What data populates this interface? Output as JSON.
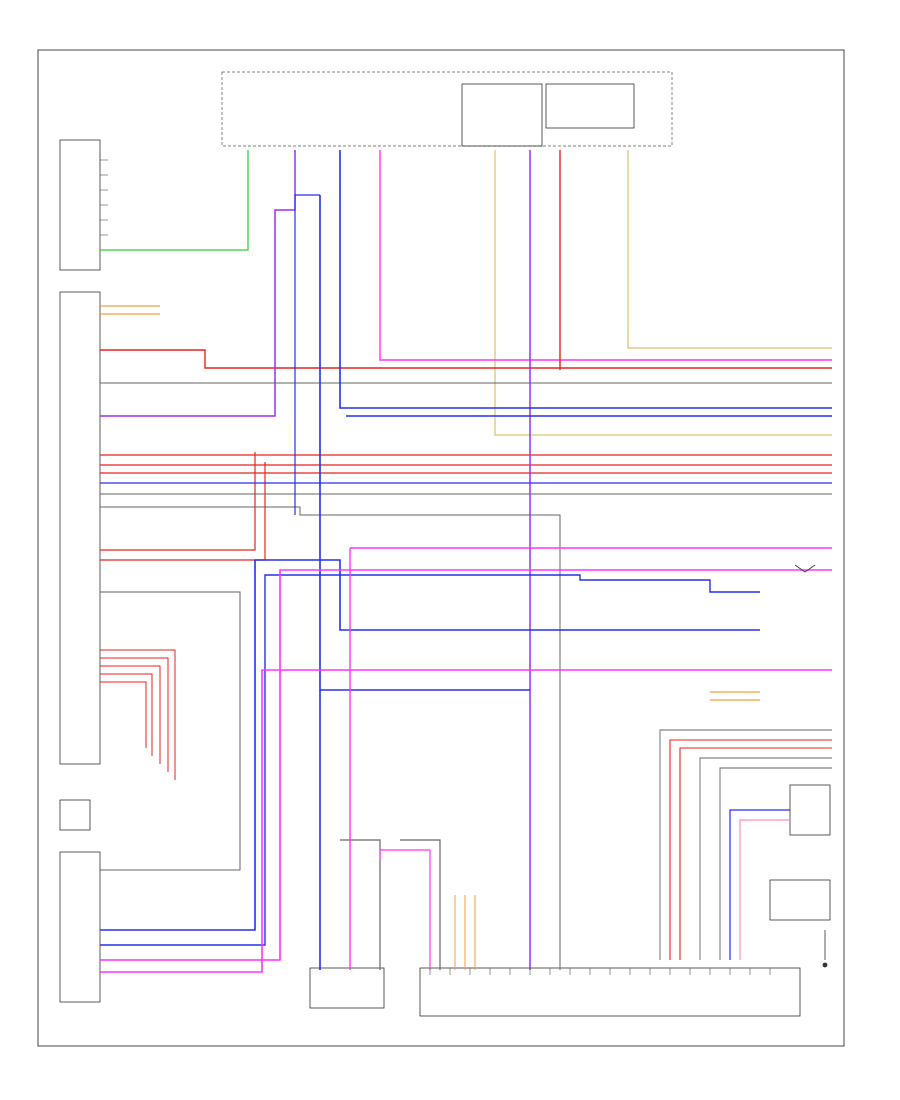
{
  "diagram": {
    "footer_label": "",
    "components": {
      "lower_fuse": "",
      "rear_fuse": "",
      "gps": "",
      "bottom_left_1": "",
      "bottom_center": "",
      "bottom_right": ""
    }
  },
  "colors": {
    "red": "#e8231e",
    "blue": "#2431e8",
    "magenta": "#ff33ff",
    "purple": "#9b30e8",
    "gray": "#666666",
    "green": "#33cc33",
    "yellow": "#d6c36a",
    "orange": "#f0a040",
    "pink": "#ff8fbf"
  },
  "wires": [
    {
      "name": "wire-red-top",
      "color": "red"
    },
    {
      "name": "wire-gray-1",
      "color": "gray"
    },
    {
      "name": "wire-purple-1",
      "color": "purple"
    },
    {
      "name": "wire-blue-1",
      "color": "blue"
    },
    {
      "name": "wire-blue-2",
      "color": "blue"
    },
    {
      "name": "wire-blue-3",
      "color": "blue"
    },
    {
      "name": "wire-red-2",
      "color": "red"
    },
    {
      "name": "wire-red-3",
      "color": "red"
    },
    {
      "name": "wire-blue-4",
      "color": "blue"
    },
    {
      "name": "wire-magenta-1",
      "color": "magenta"
    },
    {
      "name": "wire-magenta-2",
      "color": "magenta"
    },
    {
      "name": "wire-blue-5",
      "color": "blue"
    },
    {
      "name": "wire-magenta-3",
      "color": "magenta"
    },
    {
      "name": "wire-blue-6",
      "color": "blue"
    }
  ]
}
